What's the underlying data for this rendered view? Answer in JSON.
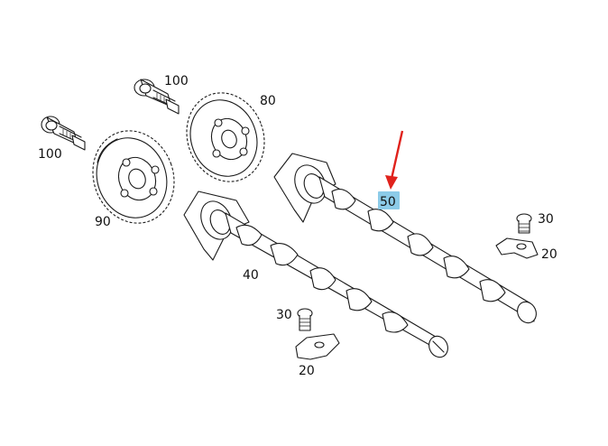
{
  "parts": {
    "p100a": "100",
    "p100b": "100",
    "p80": "80",
    "p90": "90",
    "p40": "40",
    "p50": "50",
    "p30a": "30",
    "p30b": "30",
    "p20a": "20",
    "p20b": "20"
  },
  "colors": {
    "highlight": "#8ccbe8",
    "arrow": "#e0221c",
    "line": "#1a1a1a"
  },
  "highlighted_part": "50"
}
